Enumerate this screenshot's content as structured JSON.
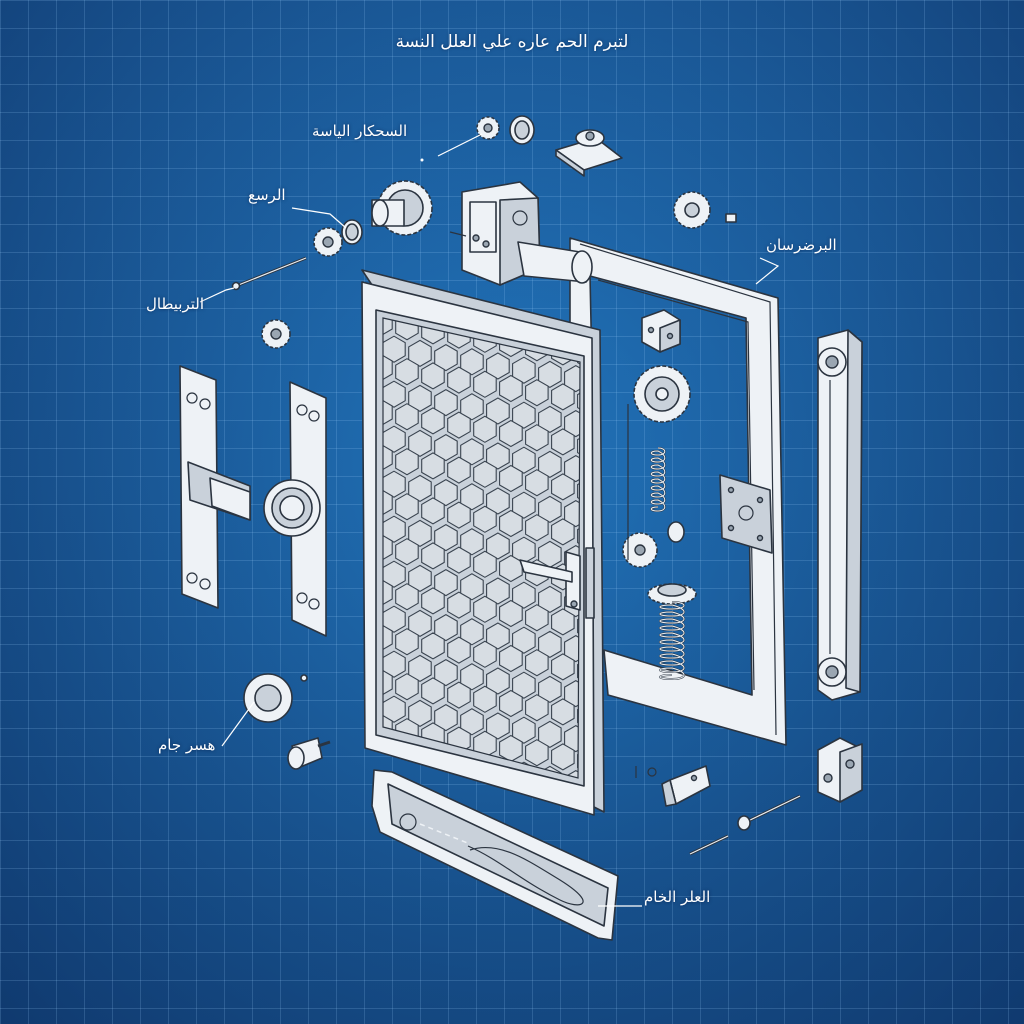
{
  "title": "لتبرم الحم عاره علي العلل النسة",
  "labels": {
    "top_callout": "السحكار الياسة",
    "ring_callout": "الرسع",
    "pin_callout": "التربيطال",
    "right_callout": "البرضرسان",
    "bottom_left_callout": "هسر جام",
    "rail_callout": "العلر الخام"
  },
  "colors": {
    "background": "#1c5c9a",
    "grid": "#a0d2ff",
    "part_fill": "#eef2f6",
    "outline": "#2b3440",
    "annotation": "#ffffff"
  }
}
